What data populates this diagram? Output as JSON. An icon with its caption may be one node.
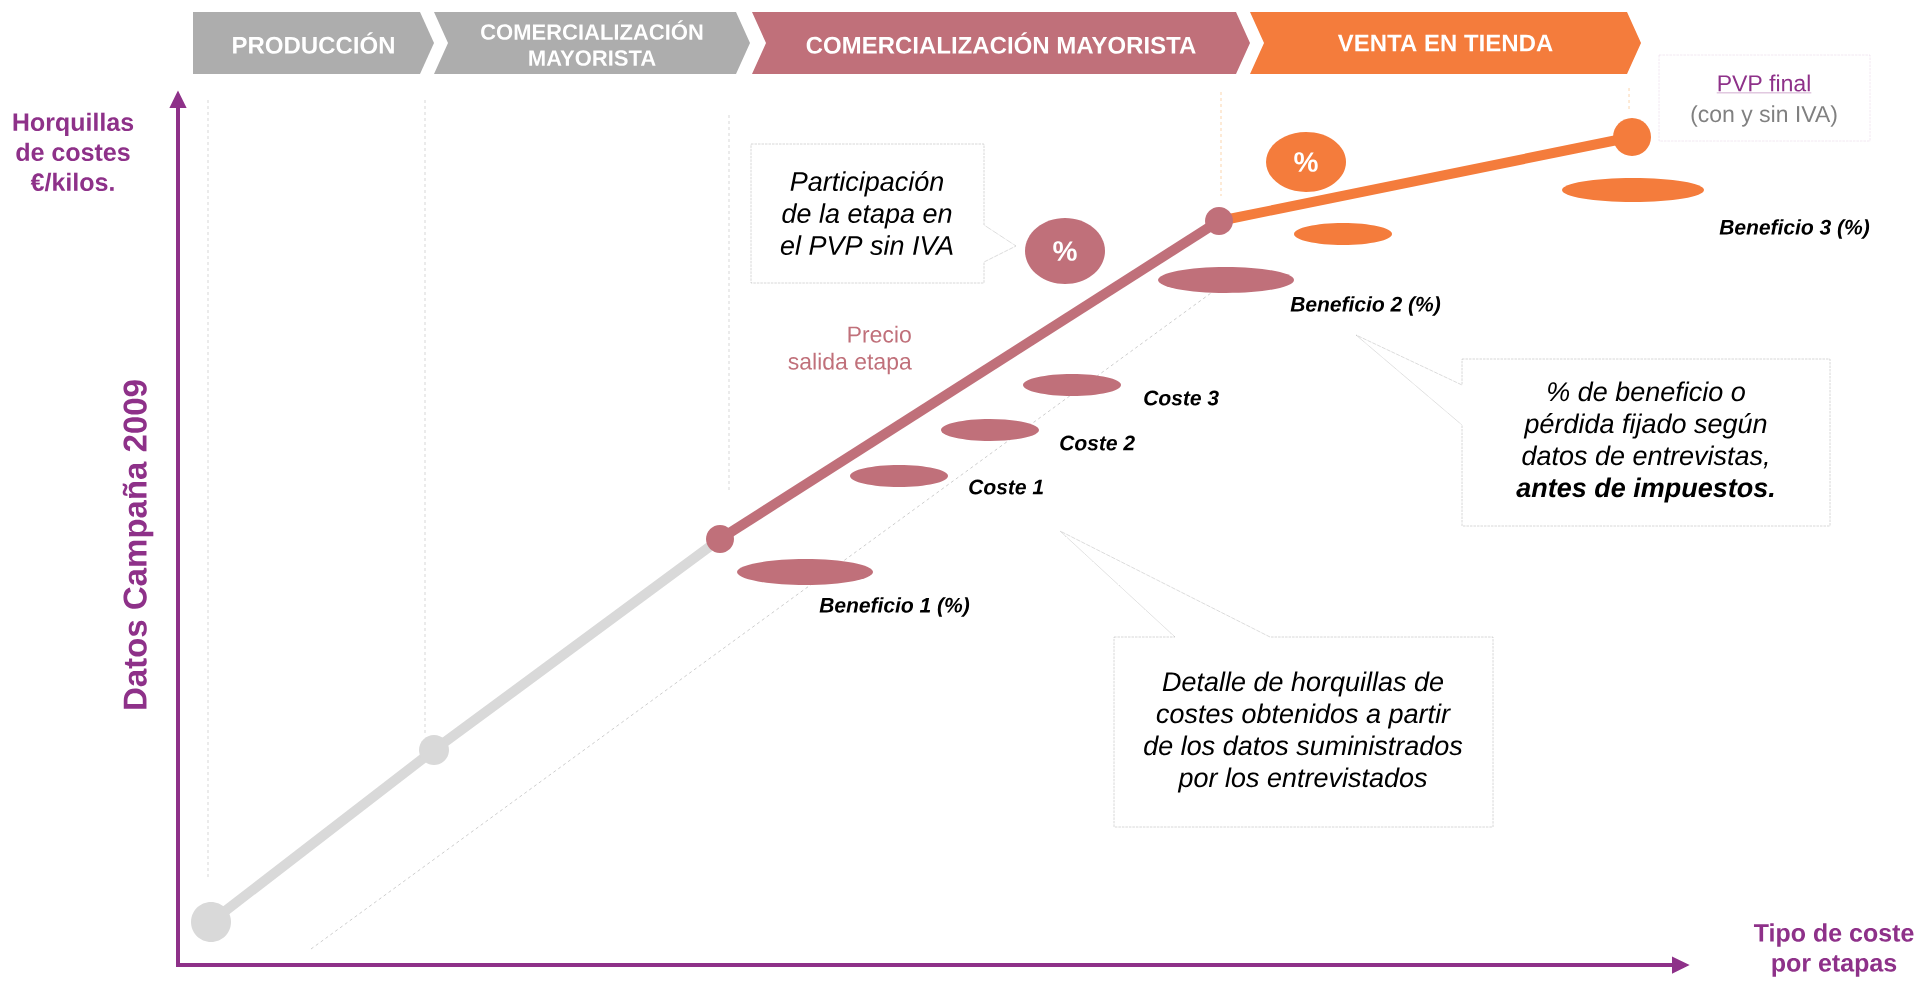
{
  "diagram": {
    "nodes": [
      {
        "text": [
          "PRODUCCIÓN"
        ]
      },
      {
        "text": [
          "COMERCIALIZACIÓN MAYORISTA"
        ]
      },
      {
        "text": [
          "COMERCIALIZACIÓN MAYORISTA"
        ]
      },
      {
        "text": [
          "VENTA EN TIENDA"
        ]
      },
      {
        "text": [
          "PVP final",
          "(con y sin IVA)"
        ]
      },
      {
        "text": [
          "Participación de la etapa en el PVP sin IVA"
        ]
      },
      {
        "text": [
          "%"
        ]
      },
      {
        "text": [
          "%"
        ]
      },
      {
        "text": [
          "% de beneficio o pérdida fijado según datos de entrevistas, **antes de impuestos.**"
        ]
      },
      {
        "text": [
          "Detalle de horquillas de costes obtenidos a partir de los datos suministrados por los entrevistados"
        ]
      },
      {
        "text": [],
        "shape": "circle"
      },
      {
        "text": [],
        "shape": "circle"
      },
      {
        "text": [],
        "shape": "circle"
      },
      {
        "text": [],
        "shape": "circle"
      },
      {
        "text": [],
        "shape": "circle"
      },
      {
        "text": [],
        "shape": "ellipse",
        "beside": [
          "Beneficio 1 (%)"
        ]
      },
      {
        "text": [],
        "shape": "ellipse",
        "beside": [
          "Coste 1"
        ]
      },
      {
        "text": [],
        "shape": "ellipse",
        "beside": [
          "Coste 2"
        ]
      },
      {
        "text": [],
        "shape": "ellipse",
        "beside": [
          "Coste 3"
        ]
      },
      {
        "text": [],
        "shape": "ellipse",
        "beside": [
          "Beneficio 2 (%)"
        ]
      },
      {
        "text": [],
        "shape": "ellipse"
      },
      {
        "text": [],
        "shape": "ellipse",
        "beside": [
          "Beneficio 3 (%)"
        ]
      }
    ],
    "edges": [
      {
        "from": 10,
        "to": 11,
        "arrow": "none"
      },
      {
        "from": 11,
        "to": 12,
        "arrow": "none"
      },
      {
        "from": 12,
        "to": 13,
        "arrow": "none",
        "color": "#c0707a"
      },
      {
        "from": 13,
        "to": 14,
        "arrow": "none",
        "color": "#f47c3c"
      }
    ],
    "labels": [
      "Horquillas de costes €/kilos.",
      "Datos Campaña 2009",
      "Precio salida etapa",
      "Tipo de coste por etapas"
    ]
  }
}
